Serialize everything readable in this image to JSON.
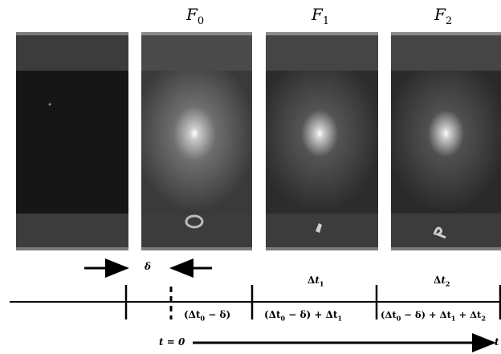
{
  "frames": [
    {
      "label_var": "",
      "label_sub": ""
    },
    {
      "label_var": "F",
      "label_sub": "0"
    },
    {
      "label_var": "F",
      "label_sub": "1"
    },
    {
      "label_var": "F",
      "label_sub": "2"
    }
  ],
  "delta": {
    "symbol": "δ"
  },
  "intervals": {
    "dt1": {
      "sym": "Δ",
      "var": "t",
      "sub": "1"
    },
    "dt2": {
      "sym": "Δ",
      "var": "t",
      "sub": "2"
    },
    "seg0": {
      "text": "(Δt",
      "sub": "0",
      "rest": " − δ)"
    },
    "seg1": {
      "pre": "(Δt",
      "s0": "0",
      "mid": " − δ) + Δt",
      "s1": "1"
    },
    "seg2": {
      "pre": "(Δt",
      "s0": "0",
      "mid": " − δ) + Δt",
      "s1": "1",
      "mid2": " + Δt",
      "s2": "2"
    }
  },
  "time_axis": {
    "start_label": "t = 0",
    "end_label": "t"
  },
  "colors": {
    "frame_bg": "#161616",
    "frame_band": "#3c3c3c",
    "line": "#000000"
  }
}
